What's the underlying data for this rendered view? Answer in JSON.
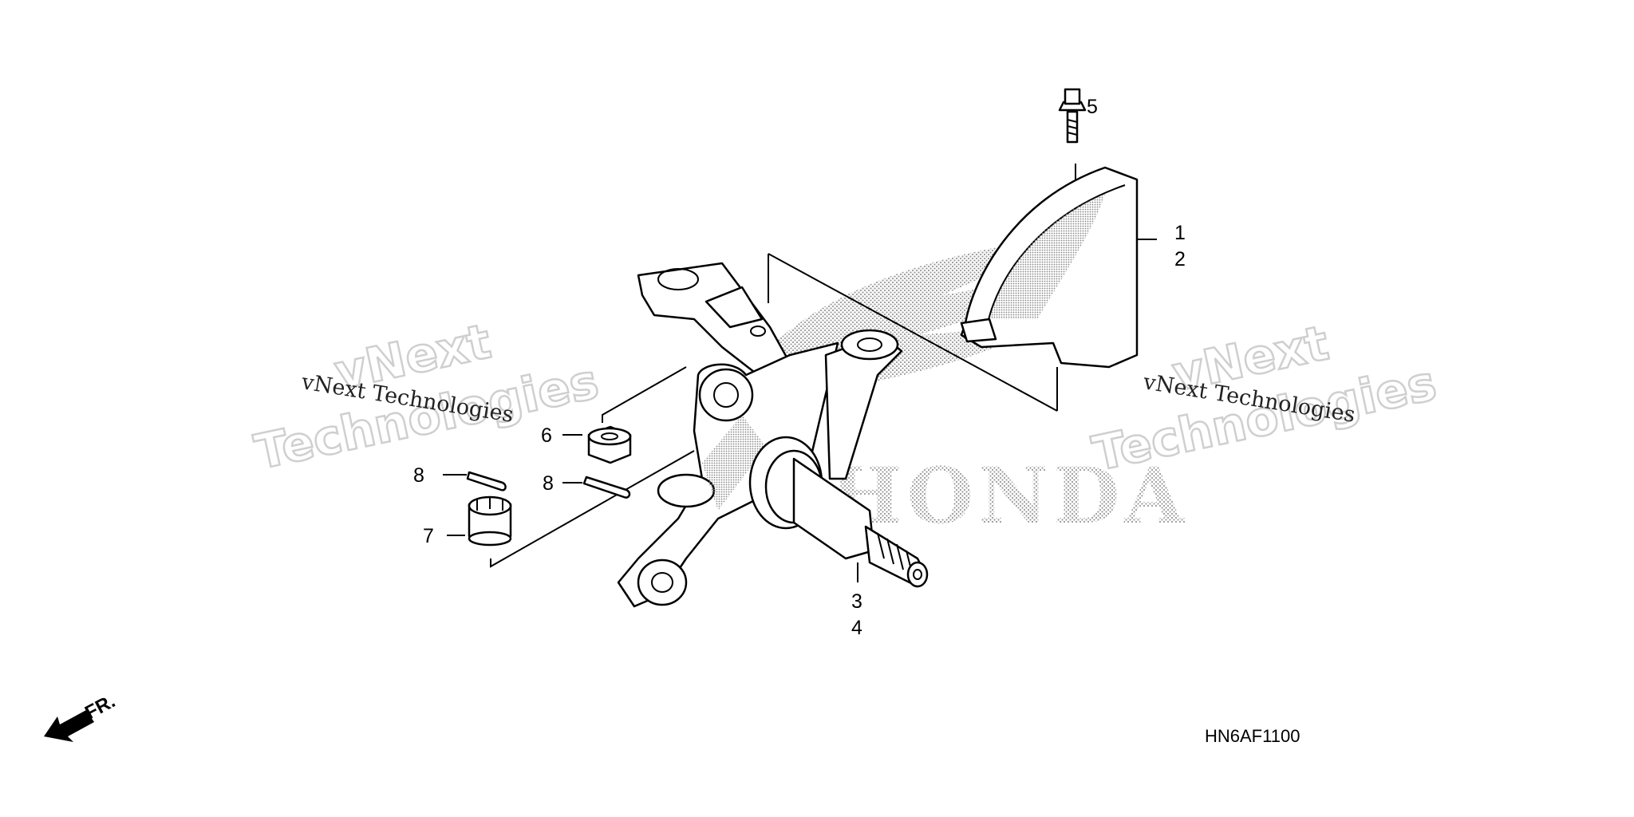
{
  "diagram": {
    "colors": {
      "ink": "#000000",
      "watermark": "#cfcfcf",
      "stipple": "#9a9a9a",
      "background": "#ffffff"
    },
    "brand_watermark": "HONDA",
    "watermarks": [
      {
        "line1": "vNext",
        "line2": "vNext Technologies",
        "line3": "Technologies"
      },
      {
        "line1": "vNext",
        "line2": "vNext Technologies",
        "line3": "Technologies"
      }
    ],
    "callouts": {
      "c1": "1",
      "c2": "2",
      "c3": "3",
      "c4": "4",
      "c5": "5",
      "c6": "6",
      "c7": "7",
      "c8a": "8",
      "c8b": "8"
    },
    "diagram_code": "HN6AF1100",
    "direction_label": "FR.",
    "icons": [
      "front-direction-arrow-icon"
    ]
  }
}
